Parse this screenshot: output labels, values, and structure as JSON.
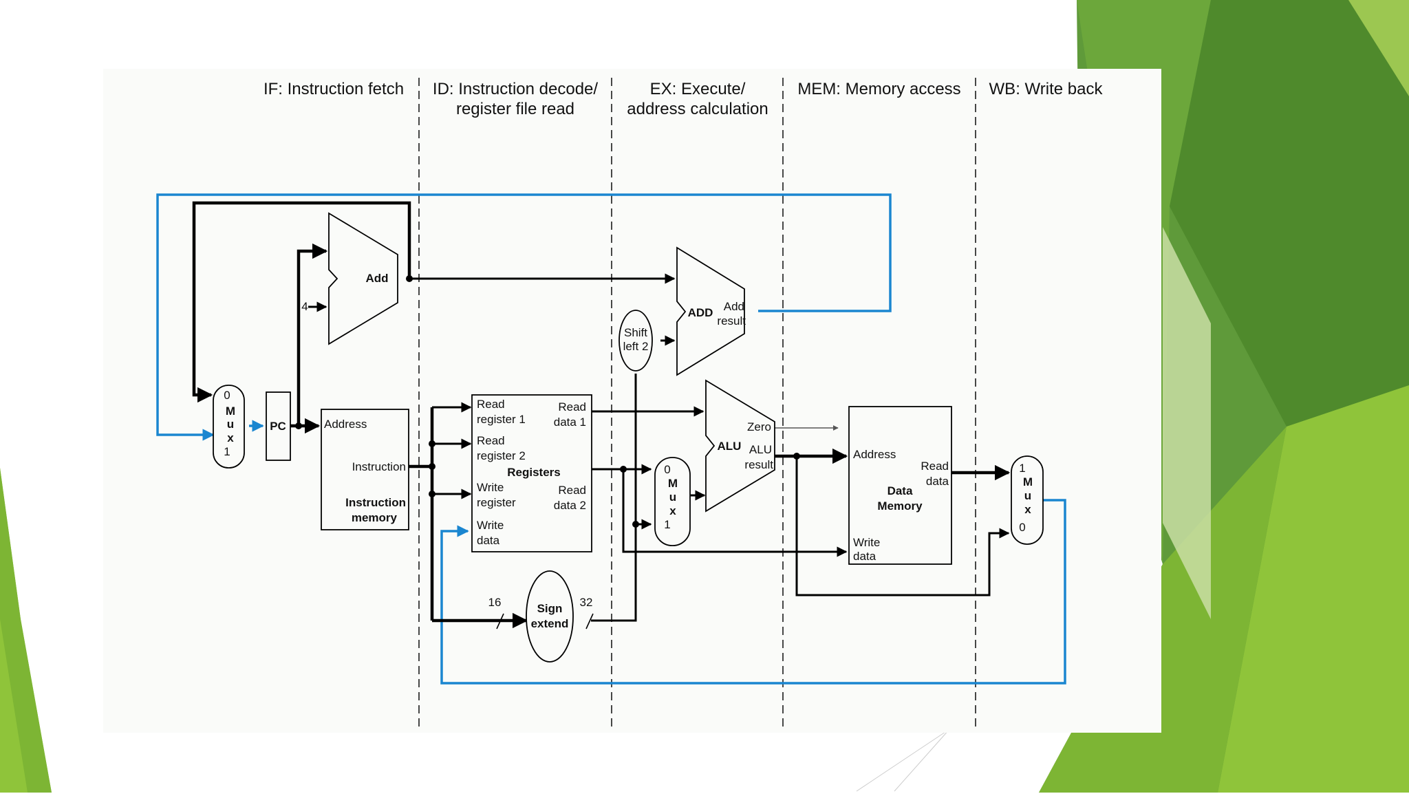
{
  "stages": {
    "if": "IF: Instruction fetch",
    "id_1": "ID: Instruction decode/",
    "id_2": "register file read",
    "ex_1": "EX: Execute/",
    "ex_2": "address calculation",
    "mem": "MEM: Memory access",
    "wb": "WB: Write back"
  },
  "components": {
    "pc": "PC",
    "add_top": "Add",
    "const_four": "4",
    "mux_if": [
      "0",
      "M",
      "u",
      "x",
      "1"
    ],
    "imem": {
      "address": "Address",
      "instruction": "Instruction",
      "title_1": "Instruction",
      "title_2": "memory"
    },
    "regs": {
      "read_reg1_a": "Read",
      "read_reg1_b": "register 1",
      "read_reg2_a": "Read",
      "read_reg2_b": "register 2",
      "title": "Registers",
      "write_reg_a": "Write",
      "write_reg_b": "register",
      "write_data_a": "Write",
      "write_data_b": "data",
      "read_data1_a": "Read",
      "read_data1_b": "data 1",
      "read_data2_a": "Read",
      "read_data2_b": "data 2"
    },
    "sign_extend": {
      "line1": "Sign",
      "line2": "extend",
      "in_bits": "16",
      "out_bits": "32"
    },
    "shift_left": {
      "line1": "Shift",
      "line2": "left 2"
    },
    "add_ex": {
      "label": "ADD",
      "out1": "Add",
      "out2": "result"
    },
    "mux_ex": [
      "0",
      "M",
      "u",
      "x",
      "1"
    ],
    "alu": {
      "label": "ALU",
      "zero": "Zero",
      "out1": "ALU",
      "out2": "result"
    },
    "dmem": {
      "address": "Address",
      "read_1": "Read",
      "read_2": "data",
      "title_1": "Data",
      "title_2": "Memory",
      "write_1": "Write",
      "write_2": "data"
    },
    "mux_wb": [
      "1",
      "M",
      "u",
      "x",
      "0"
    ]
  },
  "colors": {
    "accent_wire": "#1a86d0",
    "green_dark": "#4f8a2c",
    "green_light": "#8fc43a"
  }
}
